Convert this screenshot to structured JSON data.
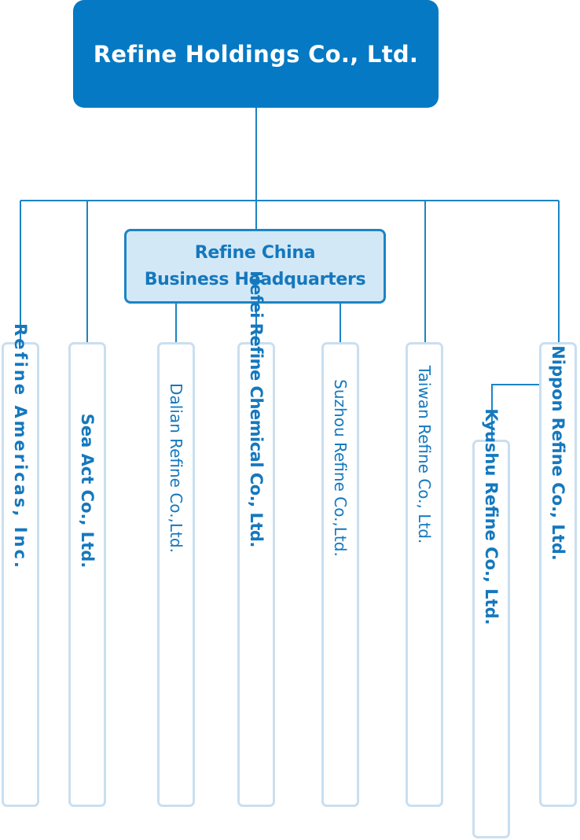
{
  "root": {
    "name": "Refine Holdings Co., Ltd."
  },
  "china_hq": {
    "line1": "Refine China",
    "line2": "Business Headquarters"
  },
  "companies": [
    {
      "name": "Refine Americas, Inc."
    },
    {
      "name": "Sea Act Co., Ltd."
    },
    {
      "name": "Dalian Refine Co.,Ltd."
    },
    {
      "name": "Hefei Refine Chemical Co., Ltd."
    },
    {
      "name": "Suzhou Refine Co.,Ltd."
    },
    {
      "name": "Taiwan Refine Co., Ltd."
    },
    {
      "name": "Kyushu Refine Co., Ltd."
    },
    {
      "name": "Nippon Refine Co., Ltd."
    }
  ],
  "colors": {
    "root_fill": "#0579c3",
    "hq_fill": "#d3e8f6",
    "line": "#1c84c6",
    "company_border": "#c9dff0",
    "text_blue": "#1478be"
  }
}
